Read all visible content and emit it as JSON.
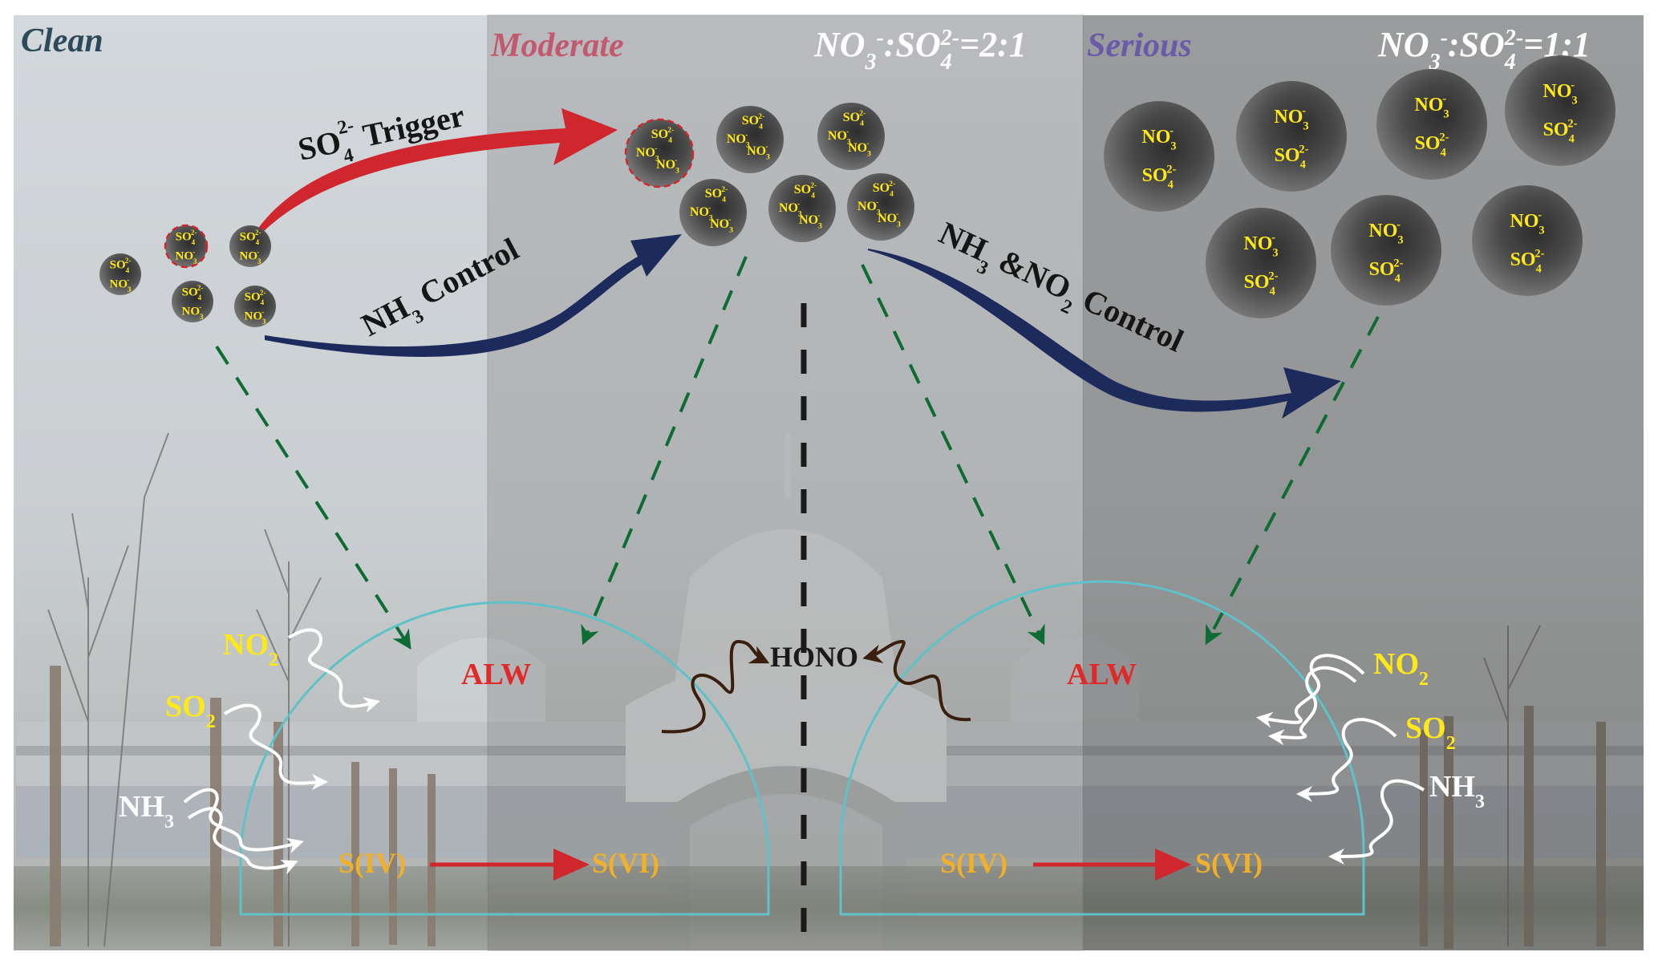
{
  "figure": {
    "stages": [
      {
        "id": "clean",
        "title": "Clean",
        "title_color": "#2c4a5a"
      },
      {
        "id": "moderate",
        "title": "Moderate",
        "title_color": "#c25a6f",
        "ratio": {
          "a": "NO",
          "a_sub": "3",
          "a_sup": "-",
          "sep": ":SO",
          "b_sub": "4",
          "b_sup": "2-",
          "value": "=2:1"
        }
      },
      {
        "id": "serious",
        "title": "Serious",
        "title_color": "#6a5aa8",
        "ratio": {
          "a": "NO",
          "a_sub": "3",
          "a_sup": "-",
          "sep": ":SO",
          "b_sub": "4",
          "b_sup": "2-",
          "value": "=1:1"
        }
      }
    ],
    "flows": {
      "trigger": {
        "pre": "SO",
        "sub": "4",
        "sup": "2-",
        "post": " Trigger",
        "color": "#d0262e"
      },
      "nh3_control": {
        "pre": "NH",
        "sub": "3",
        "post": " Control",
        "color": "#1c2a5c"
      },
      "nh3_no2_control": {
        "pre": "NH",
        "sub": "3",
        "mid": " &NO",
        "sub2": "2",
        "post": " Control",
        "color": "#1c2a5c"
      }
    },
    "ions": {
      "so4": {
        "base": "SO",
        "sub": "4",
        "sup": "2-"
      },
      "no3": {
        "base": "NO",
        "sub": "3",
        "sup": "-"
      }
    },
    "particles": {
      "clean": [
        {
          "ions": [
            "so4",
            "no3"
          ],
          "highlight": false
        },
        {
          "ions": [
            "so4",
            "no3"
          ],
          "highlight": true
        },
        {
          "ions": [
            "so4",
            "no3"
          ],
          "highlight": false
        },
        {
          "ions": [
            "so4",
            "no3"
          ],
          "highlight": false
        },
        {
          "ions": [
            "so4",
            "no3"
          ],
          "highlight": false
        }
      ],
      "moderate": [
        {
          "ions": [
            "so4",
            "no3",
            "no3"
          ],
          "highlight": true
        },
        {
          "ions": [
            "so4",
            "no3",
            "no3"
          ],
          "highlight": false
        },
        {
          "ions": [
            "so4",
            "no3",
            "no3"
          ],
          "highlight": false
        },
        {
          "ions": [
            "so4",
            "no3",
            "no3"
          ],
          "highlight": false
        },
        {
          "ions": [
            "so4",
            "no3",
            "no3"
          ],
          "highlight": false
        },
        {
          "ions": [
            "so4",
            "no3",
            "no3"
          ],
          "highlight": false
        }
      ],
      "serious": [
        {
          "ions": [
            "no3",
            "so4"
          ]
        },
        {
          "ions": [
            "no3",
            "so4"
          ]
        },
        {
          "ions": [
            "no3",
            "so4"
          ]
        },
        {
          "ions": [
            "no3",
            "so4"
          ]
        },
        {
          "ions": [
            "no3",
            "so4"
          ]
        },
        {
          "ions": [
            "no3",
            "so4"
          ]
        },
        {
          "ions": [
            "no3",
            "so4"
          ]
        }
      ]
    },
    "domes": [
      {
        "id": "left",
        "label": "ALW",
        "reactant": "S(IV)",
        "product": "S(VI)",
        "gases": [
          {
            "base": "NO",
            "sub": "2",
            "color": "#ffe818"
          },
          {
            "base": "SO",
            "sub": "2",
            "color": "#ffe818"
          },
          {
            "base": "NH",
            "sub": "3",
            "color": "#ffffff"
          }
        ]
      },
      {
        "id": "right",
        "label": "ALW",
        "reactant": "S(IV)",
        "product": "S(VI)",
        "gases": [
          {
            "base": "NO",
            "sub": "2",
            "color": "#ffe818"
          },
          {
            "base": "SO",
            "sub": "2",
            "color": "#ffe818"
          },
          {
            "base": "NH",
            "sub": "3",
            "color": "#ffffff"
          }
        ]
      }
    ],
    "hono": {
      "label": "HONO"
    },
    "colors": {
      "alw": "#e02a2a",
      "sulfur": "#f0b02a",
      "dome_outline": "#5ec2c8",
      "deposition_arrow": "#0f6b34",
      "reaction_arrow": "#d0262e",
      "hono_arrow": "#3a1e0e",
      "ion_text": "#ffe818"
    }
  }
}
